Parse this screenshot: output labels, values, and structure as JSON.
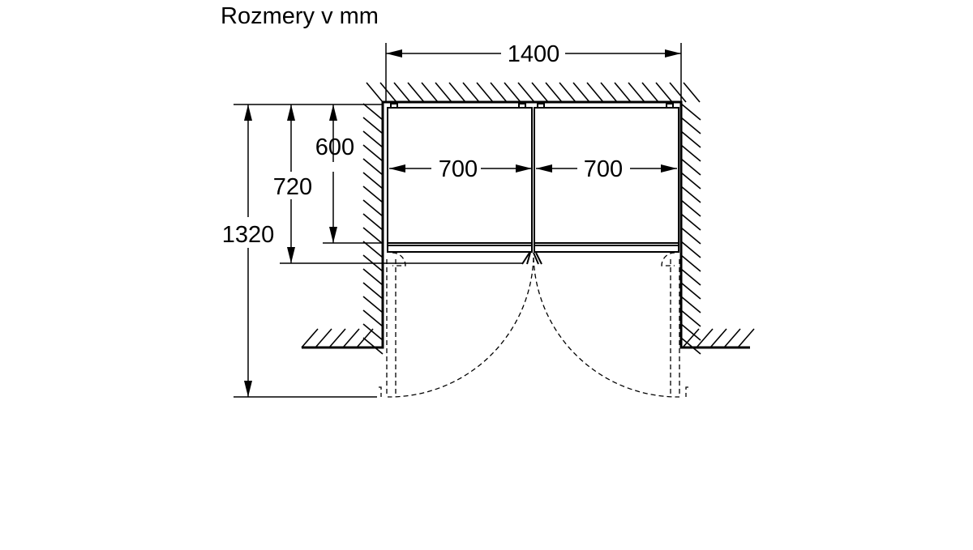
{
  "title": "Rozmery v mm",
  "dimensions": {
    "total_width": "1400",
    "left_door_width": "700",
    "right_door_width": "700",
    "cabinet_depth": "600",
    "depth_with_doors": "720",
    "depth_doors_open": "1320"
  },
  "colors": {
    "line": "#000000",
    "background": "#ffffff"
  }
}
